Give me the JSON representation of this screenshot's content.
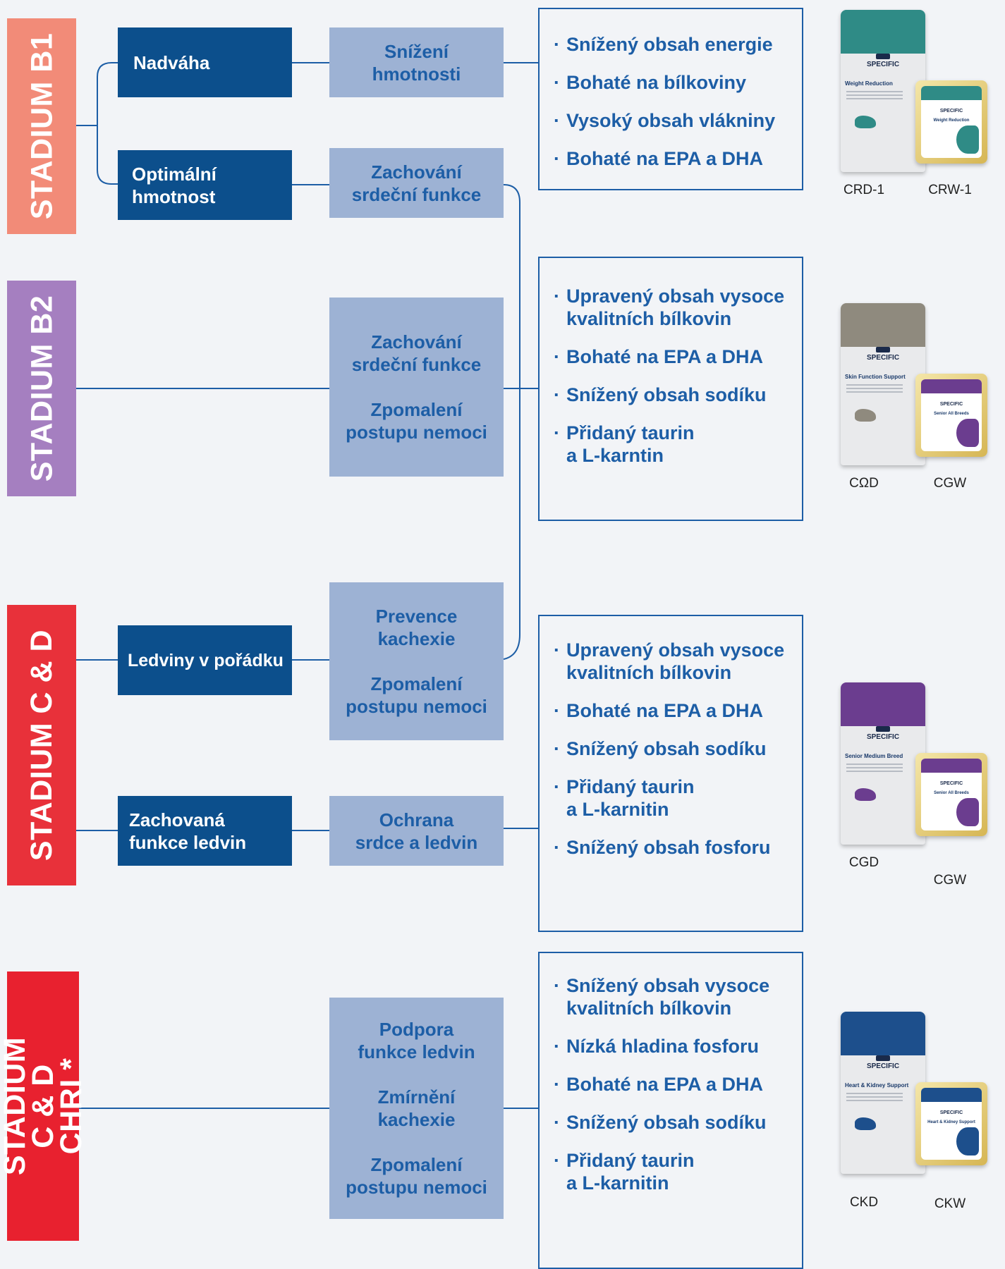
{
  "stages": [
    {
      "label": "STADIUM B1",
      "color": "#f28b78"
    },
    {
      "label": "STADIUM B2",
      "color": "#a57fc0"
    },
    {
      "label": "STADIUM C & D",
      "color": "#e8313a"
    },
    {
      "label": "STADIUM C & D\nCHRI *",
      "color": "#e8212f"
    }
  ],
  "conditions": [
    "Nadváha",
    "Optimální\nhmotnost",
    "Ledviny v pořádku",
    "Zachovaná\nfunkce ledvin"
  ],
  "goals": [
    [
      "Snížení\nhmotnosti"
    ],
    [
      "Zachování\nsrdeční funkce"
    ],
    [
      "Zachování\nsrdeční funkce",
      "Zpomalení\npostupu nemoci"
    ],
    [
      "Prevence\nkachexie",
      "Zpomalení\npostupu nemoci"
    ],
    [
      "Ochrana\nsrdce a ledvin"
    ],
    [
      "Podpora\nfunkce ledvin",
      "Zmírnění\nkachexie",
      "Zpomalení\npostupu nemoci"
    ]
  ],
  "features": [
    [
      "Snížený obsah energie",
      "Bohaté na bílkoviny",
      "Vysoký obsah vlákniny",
      "Bohaté na EPA a DHA"
    ],
    [
      "Upravený obsah vysoce\nkvalitních bílkovin",
      "Bohaté na EPA a DHA",
      "Snížený obsah sodíku",
      "Přidaný taurin\na L-karntin"
    ],
    [
      "Upravený obsah vysoce\nkvalitních bílkovin",
      "Bohaté na EPA a DHA",
      "Snížený obsah sodíku",
      "Přidaný taurin\na L-karnitin",
      "Snížený obsah fosforu"
    ],
    [
      "Snížený obsah vysoce\nkvalitních bílkovin",
      "Nízká hladina fosforu",
      "Bohaté na EPA a DHA",
      "Snížený obsah sodíku",
      "Přidaný taurin\na L-karnitin"
    ]
  ],
  "products": [
    {
      "bag_code": "CRD-1",
      "can_code": "CRW-1",
      "bag_color": "#2f8b86",
      "can_color": "#2f8b86",
      "bag_name": "Weight Reduction",
      "can_name": "Weight Reduction",
      "brand": "SPECIFIC"
    },
    {
      "bag_code": "CΩD",
      "can_code": "CGW",
      "bag_color": "#8f8a7e",
      "can_color": "#6b3d8f",
      "bag_name": "Skin Function Support",
      "can_name": "Senior All Breeds",
      "brand": "SPECIFIC"
    },
    {
      "bag_code": "CGD",
      "can_code": "CGW",
      "bag_color": "#6b3d8f",
      "can_color": "#6b3d8f",
      "bag_name": "Senior Medium Breed",
      "can_name": "Senior All Breeds",
      "brand": "SPECIFIC"
    },
    {
      "bag_code": "CKD",
      "can_code": "CKW",
      "bag_color": "#1d4f8c",
      "can_color": "#1d4f8c",
      "bag_name": "Heart & Kidney Support",
      "can_name": "Heart & Kidney Support",
      "brand": "SPECIFIC"
    }
  ],
  "colors": {
    "line": "#1d5ea6",
    "condition_bg": "#0c4f8c",
    "goal_bg": "#9db2d4",
    "goal_text": "#1d5ea6"
  }
}
